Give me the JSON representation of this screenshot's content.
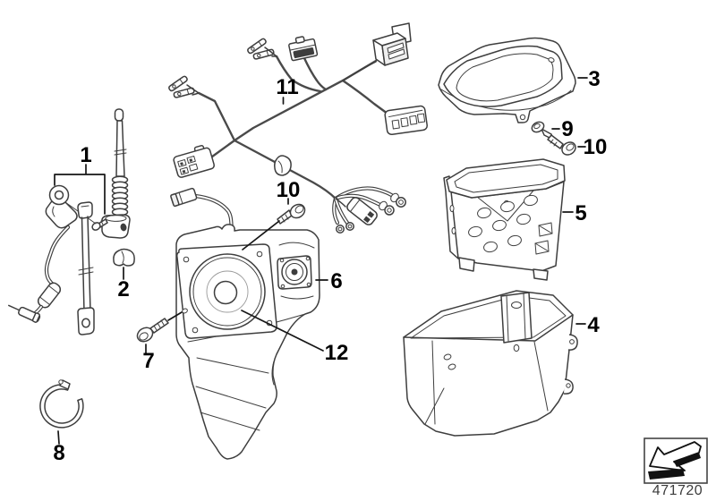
{
  "diagram": {
    "type": "exploded-parts-diagram",
    "background_color": "#ffffff",
    "line_color": "#3e3e3e",
    "callout_color": "#000000"
  },
  "callouts": [
    {
      "label": "1"
    },
    {
      "label": "2"
    },
    {
      "label": "3"
    },
    {
      "label": "4"
    },
    {
      "label": "5"
    },
    {
      "label": "6"
    },
    {
      "label": "7"
    },
    {
      "label": "8"
    },
    {
      "label": "9"
    },
    {
      "label": "10"
    },
    {
      "label": "11"
    },
    {
      "label": "12"
    }
  ],
  "footer": {
    "doc_number": "471720",
    "icon": "direction-arrow-icon"
  }
}
